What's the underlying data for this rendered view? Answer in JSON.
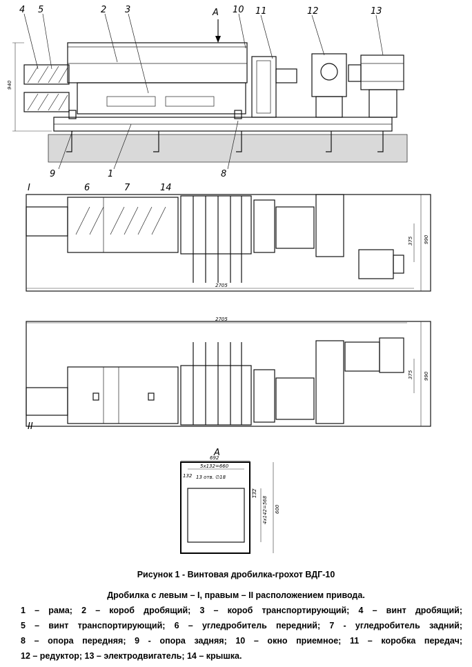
{
  "view_label": "A",
  "callouts": {
    "c1": "1",
    "c2": "2",
    "c3": "3",
    "c4": "4",
    "c5": "5",
    "c6": "6",
    "c7": "7",
    "c8": "8",
    "c9": "9",
    "c10": "10",
    "c11": "11",
    "c12": "12",
    "c13": "13",
    "c14": "14",
    "roman1": "I",
    "roman2": "II"
  },
  "dimensions": {
    "height_940": "940",
    "length_2705_a": "2705",
    "length_2705_b": "2705",
    "width_990_a": "990",
    "width_990_b": "990",
    "offset_375_a": "375",
    "offset_375_b": "375",
    "window_width": "692",
    "window_holes_h": "5x132=660",
    "window_hole_spec": "13 отв. ∅18",
    "window_pitch": "132",
    "window_edge": "132",
    "window_holes_v": "4x142=568",
    "window_height": "600"
  },
  "caption": {
    "title": "Рисунок 1 - Винтовая дробилка-грохот ВДГ-10",
    "subtitle": "Дробилка с левым – I, правым – II расположением привода.",
    "legend_lines": [
      "1 – рама; 2 – короб дробящий; 3 – короб транспортирующий; 4 – винт дробящий;",
      "5 – винт транспортирующий; 6 – угледробитель передний; 7 - угледробитель задний;",
      "8 – опора передняя; 9 - опора задняя; 10 – окно приемное; 11 – коробка передач;",
      "12 – редуктор; 13 – электродвигатель; 14 – крышка."
    ]
  }
}
